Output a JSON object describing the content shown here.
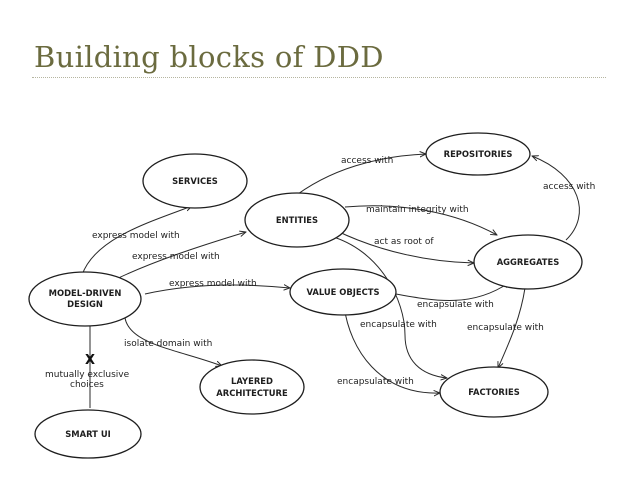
{
  "slide": {
    "title": "Building blocks of DDD"
  },
  "nodes": {
    "services": "SERVICES",
    "entities": "ENTITIES",
    "repositories": "REPOSITORIES",
    "aggregates": "AGGREGATES",
    "model_driven_line1": "MODEL-DRIVEN",
    "model_driven_line2": "DESIGN",
    "value_objects": "VALUE OBJECTS",
    "layered_line1": "LAYERED",
    "layered_line2": "ARCHITECTURE",
    "factories": "FACTORIES",
    "smart_ui": "SMART UI"
  },
  "edges": {
    "access_with_repos": "access with",
    "access_with_aggr": "access with",
    "maintain_integrity": "maintain integrity with",
    "act_as_root": "act as root of",
    "express_services": "express model with",
    "express_entities": "express model with",
    "express_value": "express model with",
    "isolate_domain": "isolate domain with",
    "encapsulate_vo_aggr": "encapsulate with",
    "encapsulate_entities_fact": "encapsulate with",
    "encapsulate_aggr_fact": "encapsulate with",
    "encapsulate_vo_fact": "encapsulate with",
    "exclusive_mark": "X",
    "exclusive_line1": "mutually exclusive",
    "exclusive_line2": "choices"
  }
}
